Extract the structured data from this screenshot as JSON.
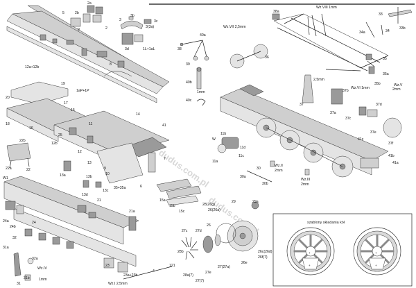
{
  "watermark": "dudus.com.pl",
  "template_panel": {
    "title": "szablony składania kół"
  },
  "wire_notes": {
    "wz_viii": "Wz.VIII 1mm",
    "wz_vii": "Wz.VII 2,5mm",
    "wz_vi": "Wz.VI 1mm",
    "wz_v": "Wz.V",
    "wz_v_size": "2mm",
    "wz_iii": "Wz.III",
    "wz_iii_size": "2mm",
    "wz_ii": "Wz.II",
    "wz_ii_size": "2mm",
    "wz_iv": "Wz.IV",
    "wz_iv_size": "1mm",
    "wz_i": "Wz.I 2,5mm",
    "mm1": "1mm",
    "mm25": "2,5mm"
  },
  "labels": {
    "p2a": "2a",
    "p2b": "2b",
    "p2": "2",
    "p5": "5",
    "p3": "3",
    "p3a": "3(3a)",
    "p3b": "3b",
    "p3c": "3c",
    "p3d": "3d",
    "p1L": "1L+1aL",
    "p12a": "12a+12b",
    "p1P": "1aP+1P",
    "p8": "8",
    "p9": "9",
    "p38": "38",
    "p40a": "40a",
    "p39": "39",
    "p40b": "40b",
    "p40c": "40c",
    "p38a": "38a",
    "p33": "33",
    "p33b": "33b",
    "p34a": "34a",
    "p34": "34",
    "p35": "35",
    "p35a": "35a",
    "p35b": "35b",
    "p36": "36",
    "p37": "37",
    "p37a": "37a",
    "p37b": "37b",
    "p37c": "37c",
    "p37d": "37d",
    "p37e": "37e",
    "p37f": "37f",
    "p41c": "41c",
    "p41b": "41b",
    "p41a": "41a",
    "p19": "19",
    "p20": "20",
    "p17": "17",
    "p16": "16",
    "p18": "18",
    "p15": "15",
    "p14": "14",
    "p41": "41",
    "p25": "25",
    "p12b": "12b",
    "p11": "11",
    "p12": "12",
    "p13": "13",
    "p10": "10",
    "p7": "7",
    "p22b": "22b",
    "p22a": "22a",
    "p22": "22",
    "p13a": "13a",
    "p13b": "13b",
    "p13c": "13c",
    "p13d": "13d",
    "p35_35a": "35+35a",
    "p6": "6",
    "p15a": "15a",
    "p15b": "15b",
    "p15c": "15c",
    "p11b": "11b",
    "p11a": "11a",
    "p11c": "11c",
    "p11d": "11d",
    "p30": "30",
    "p30a": "30a",
    "p30b": "30b",
    "pW1": "W1",
    "p21": "21",
    "p21a": "21a",
    "p24a": "24a",
    "p24b": "24b",
    "p24": "24",
    "p32": "32",
    "p31a": "31a",
    "p32a": "32a",
    "p31b": "31b",
    "p31": "31",
    "p26": "26",
    "p28": "28(26g)",
    "p28a": "26(26a)",
    "p29": "29",
    "p29a": "29a",
    "p26e": "26e",
    "p27": "27(27a)",
    "p27d": "27d",
    "p27c": "27c",
    "p28b": "28b",
    "p27e": "27e",
    "p28c": "28a(7)",
    "p27f": "27(7)",
    "p26c": "26c(26d)",
    "p26f": "26f(7)",
    "p23": "23",
    "p23a": "23a+23b",
    "p121": "121",
    "p4": "4",
    "pW": "W"
  }
}
